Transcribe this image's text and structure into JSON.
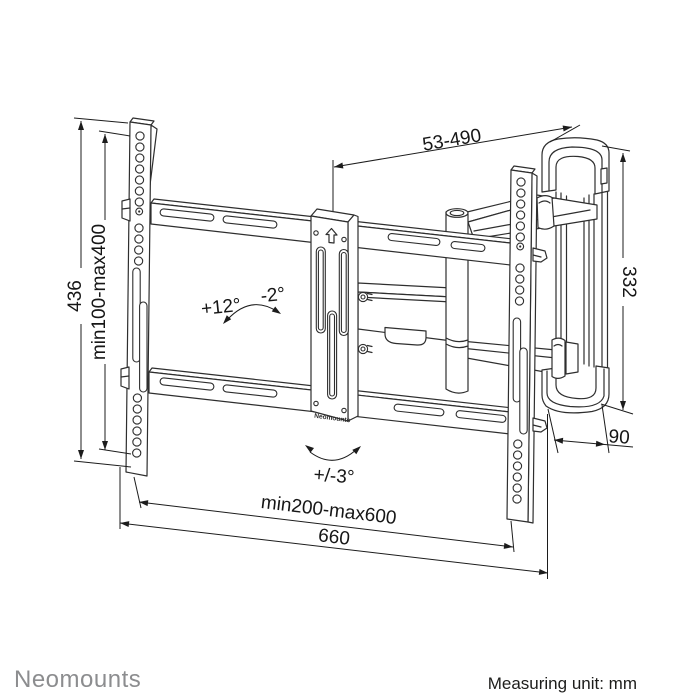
{
  "colors": {
    "background": "#ffffff",
    "line_art": "#2e2e2e",
    "dimension_text": "#161616",
    "brand_gray": "#8c8d8f",
    "footer_text": "#1d1d1b"
  },
  "footer": {
    "brand": "Neomounts",
    "measuring_unit": "Measuring unit: mm"
  },
  "diagram": {
    "subject": "full-motion TV wall mount dimensional drawing",
    "plate_label": "Neomounts",
    "plate_icon": "up-arrow",
    "dimensions": {
      "depth_range": "53-490",
      "bracket_height": "436",
      "vesa_height_range": "min100-max400",
      "wall_plate_height": "332",
      "wall_plate_width": "90",
      "vesa_width_range": "min200-max600",
      "total_width": "660"
    },
    "angles": {
      "tilt_up": "+12°",
      "tilt_down": "-2°",
      "swivel": "+/-3°"
    }
  }
}
